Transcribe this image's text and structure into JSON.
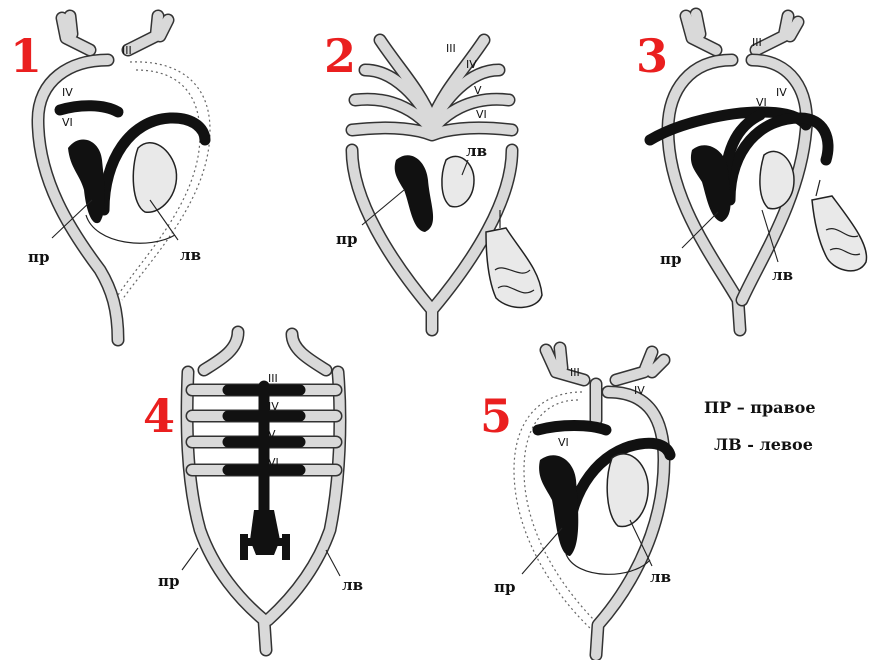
{
  "diagrams": [
    {
      "number": "1",
      "arches": [
        "III",
        "IV",
        "VI"
      ],
      "right_label": "пр",
      "left_label": "лв"
    },
    {
      "number": "2",
      "arches": [
        "III",
        "IV",
        "V",
        "VI"
      ],
      "right_label": "пр",
      "left_label": "лв"
    },
    {
      "number": "3",
      "arches": [
        "III",
        "IV",
        "VI"
      ],
      "right_label": "пр",
      "left_label": "лв"
    },
    {
      "number": "4",
      "arches": [
        "III",
        "IV",
        "V",
        "VI"
      ],
      "right_label": "пр",
      "left_label": "лв"
    },
    {
      "number": "5",
      "arches": [
        "III",
        "IV",
        "VI"
      ],
      "right_label": "пр",
      "left_label": "лв"
    }
  ],
  "legend": {
    "line1": "ПР – правое",
    "line2": "ЛВ - левое"
  }
}
